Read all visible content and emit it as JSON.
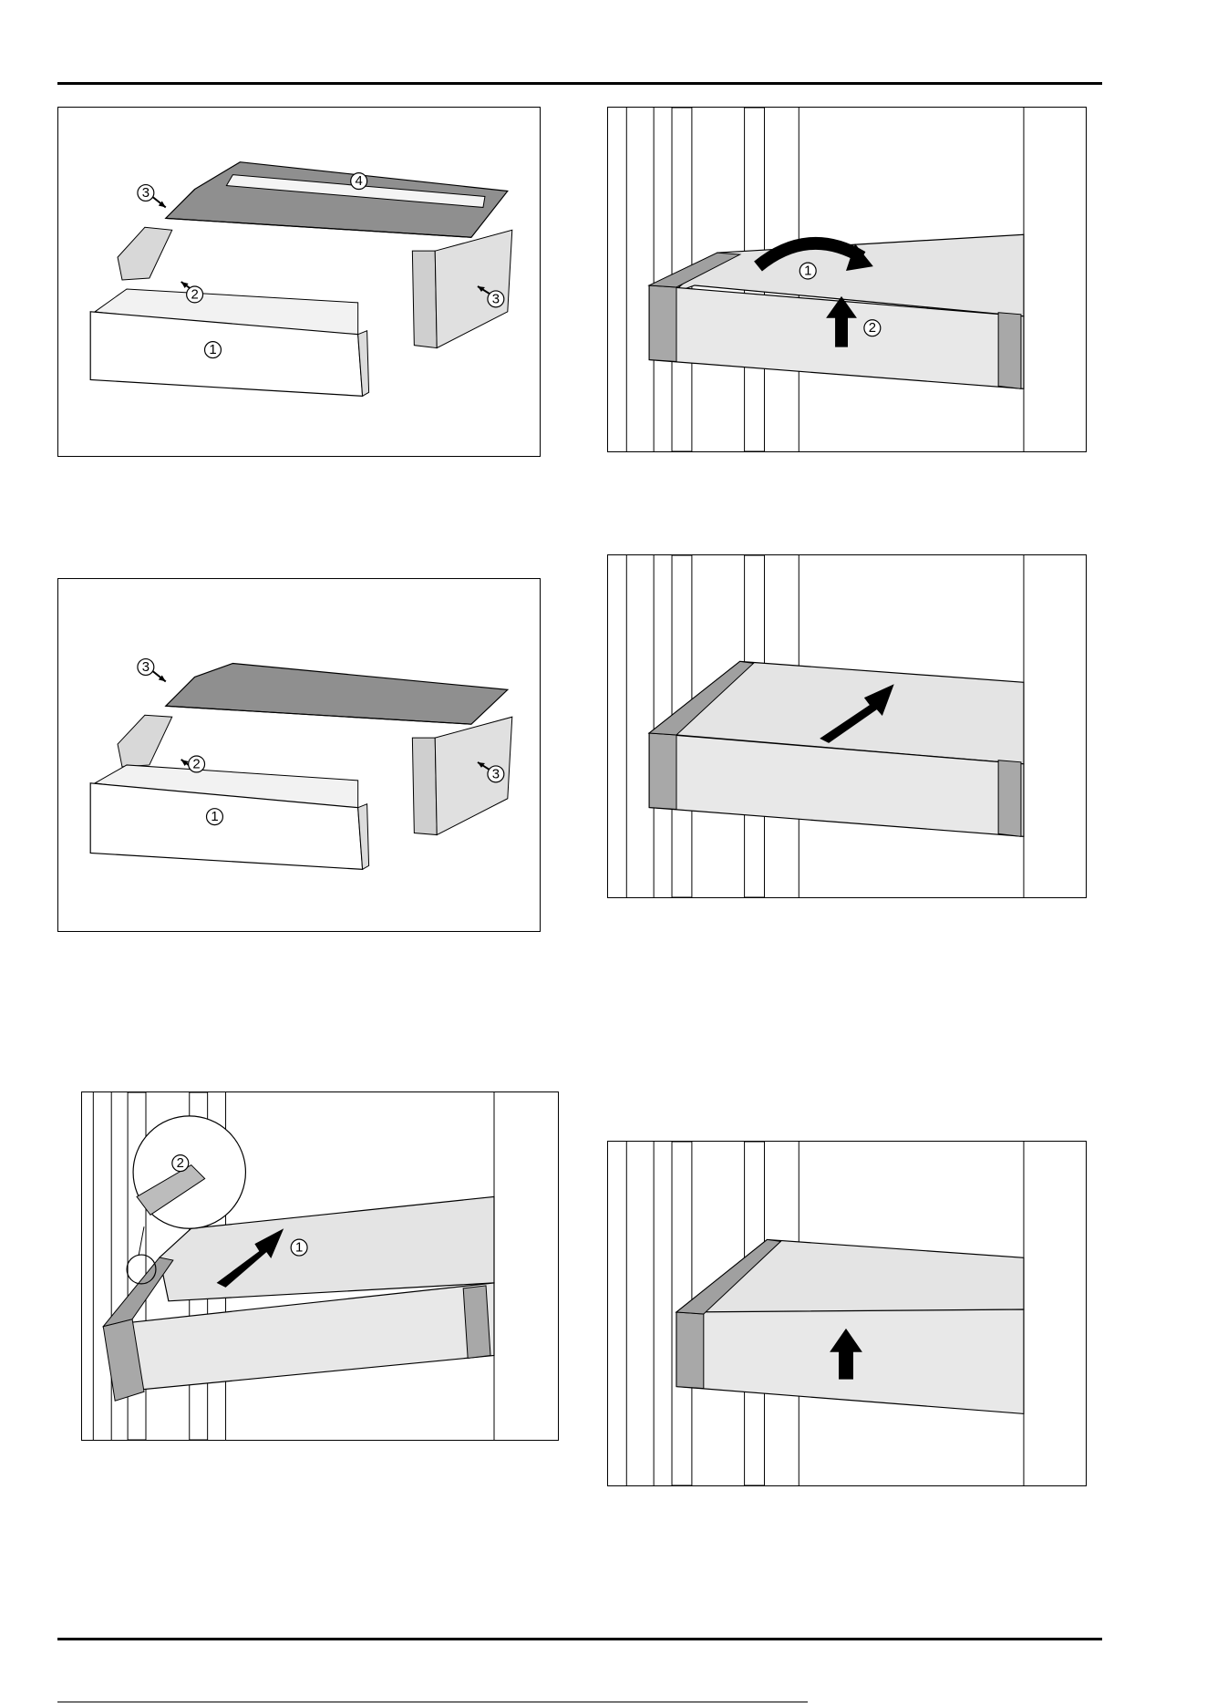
{
  "callouts": {
    "one": "1",
    "two": "2",
    "three": "3",
    "four": "4"
  },
  "colors": {
    "glass": "#9a9a9a",
    "drawer_light": "#e6e6e6",
    "drawer_mid": "#cfcfcf",
    "end_cap": "#a8a8a8",
    "line": "#000000"
  }
}
